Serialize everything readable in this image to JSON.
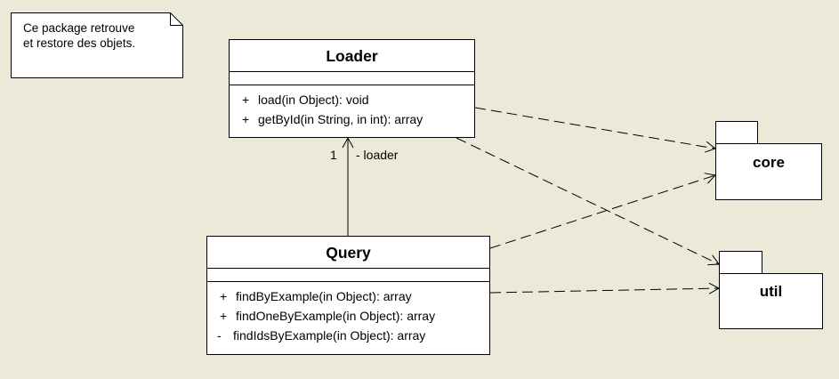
{
  "note": {
    "lines": [
      "Ce package retrouve",
      "et restore des objets."
    ]
  },
  "classes": {
    "loader": {
      "name": "Loader",
      "operations": [
        {
          "visibility": "+",
          "signature": "load(in Object): void"
        },
        {
          "visibility": "+",
          "signature": "getById(in String, in int): array"
        }
      ]
    },
    "query": {
      "name": "Query",
      "operations": [
        {
          "visibility": "+",
          "signature": "findByExample(in Object): array"
        },
        {
          "visibility": "+",
          "signature": "findOneByExample(in Object): array"
        },
        {
          "visibility": "-",
          "signature": "findIdsByExample(in Object): array"
        }
      ]
    }
  },
  "packages": {
    "core": {
      "name": "core"
    },
    "util": {
      "name": "util"
    }
  },
  "association": {
    "multiplicity": "1",
    "role": "- loader"
  },
  "colors": {
    "background": "#ece9d8",
    "box_fill": "#ffffff",
    "stroke": "#000000"
  }
}
